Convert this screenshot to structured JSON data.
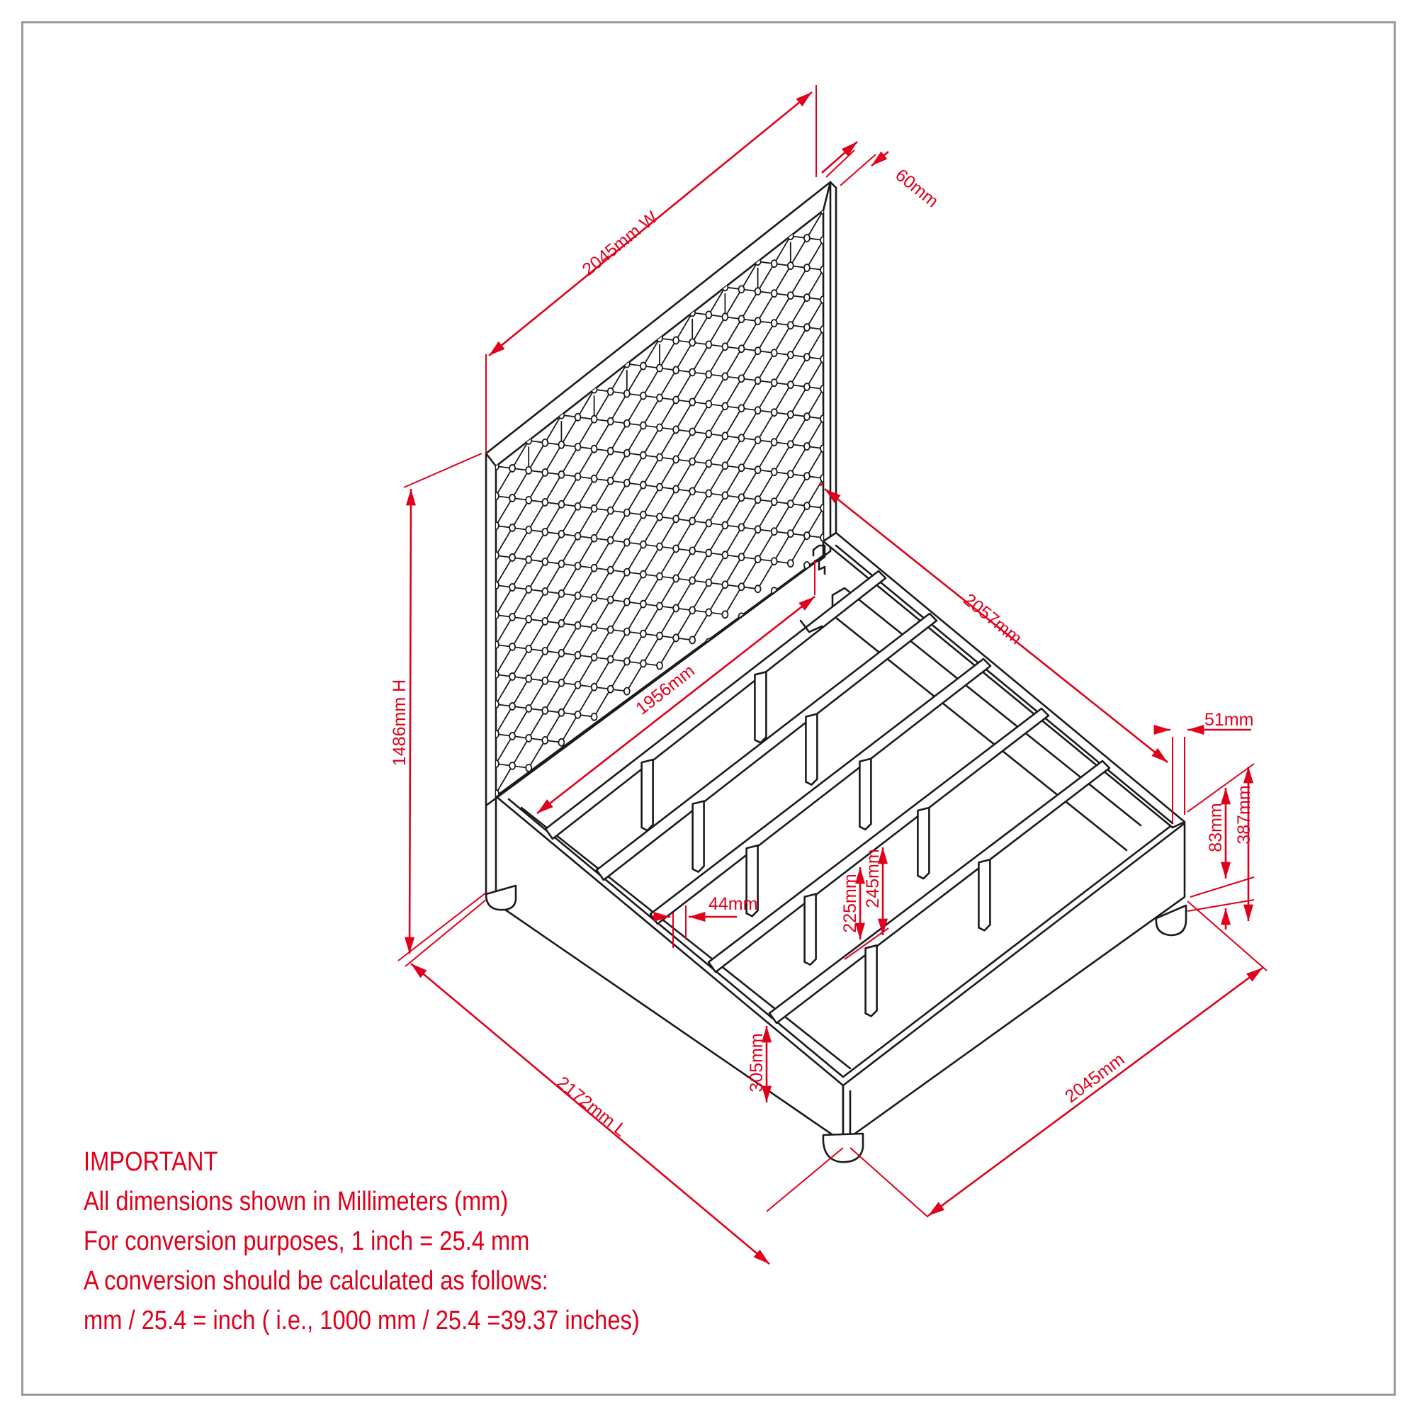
{
  "colors": {
    "dimension": "#e0001b",
    "linework": "#1a1a1a",
    "border": "#9a9a9a",
    "background": "#ffffff"
  },
  "dimensions": {
    "width_top": "2045mm W",
    "headboard_thickness": "60mm",
    "height_total": "1486mm H",
    "side_rail_length": "2057mm",
    "inner_length": "1956mm",
    "rail_thickness": "51mm",
    "footboard_height": "387mm",
    "rail_height": "83mm",
    "slat_width": "44mm",
    "leg_height_inner": "225mm",
    "support_height": "245mm",
    "side_height": "305mm",
    "length_total": "2172mm L",
    "width_bottom": "2045mm"
  },
  "notes": {
    "title": "IMPORTANT",
    "line1": "All dimensions shown in Millimeters (mm)",
    "line2": "For conversion purposes, 1 inch = 25.4 mm",
    "line3": "A conversion should be calculated as follows:",
    "line4": "mm / 25.4 = inch ( i.e., 1000 mm / 25.4 =39.37 inches)"
  }
}
